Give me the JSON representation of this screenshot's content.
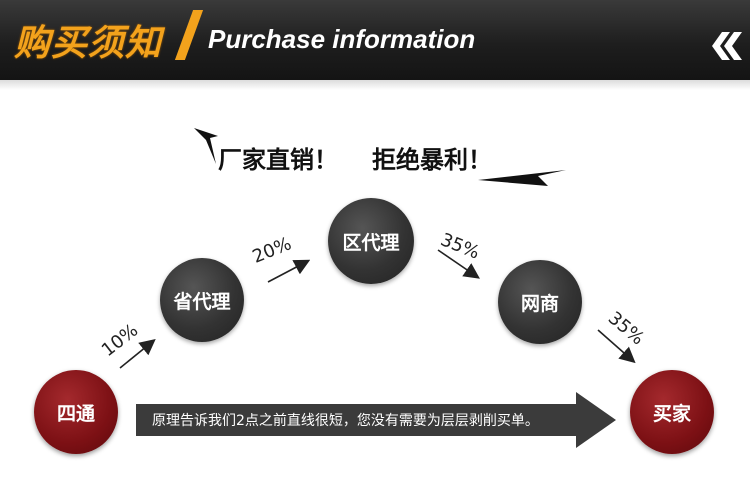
{
  "header": {
    "title_cn": "购买须知",
    "title_en": "Purchase information"
  },
  "slogan": {
    "part1": "厂家直销！",
    "part2": "拒绝暴利！"
  },
  "nodes": {
    "start": "四通",
    "provincial": "省代理",
    "regional": "区代理",
    "online": "网商",
    "buyer": "买家"
  },
  "markups": {
    "m1": "10%",
    "m2": "20%",
    "m3": "35%",
    "m4": "35%"
  },
  "arrow_text": "原理告诉我们2点之前直线很短，您没有需要为层层剥削买单。",
  "colors": {
    "accent": "#f3a21c",
    "dark_circle": "#333333",
    "red_circle": "#7c1014",
    "arrow_bar": "#3b3b3b"
  }
}
